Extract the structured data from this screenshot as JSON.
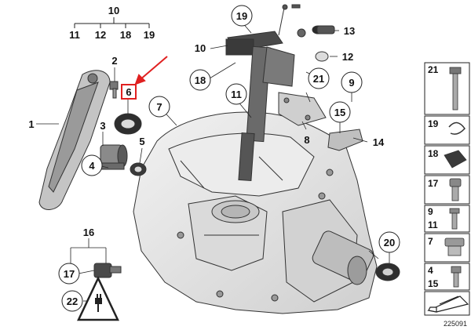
{
  "diagram": {
    "callouts": {
      "c10_top": "10",
      "c11_top": "11",
      "c12_top": "12",
      "c18_top": "18",
      "c19_top": "19",
      "c2": "2",
      "c6": "6",
      "c1": "1",
      "c3": "3",
      "c4": "4",
      "c5": "5",
      "c7": "7",
      "c19": "19",
      "c10": "10",
      "c18": "18",
      "c13": "13",
      "c12": "12",
      "c21": "21",
      "c11": "11",
      "c9": "9",
      "c8": "8",
      "c15": "15",
      "c14": "14",
      "c16": "16",
      "c17": "17",
      "c22": "22",
      "c20": "20"
    },
    "side_panel": {
      "s21": "21",
      "s19": "19",
      "s18": "18",
      "s17": "17",
      "s9": "9",
      "s11": "11",
      "s7": "7",
      "s4": "4",
      "s15": "15"
    },
    "catalog_number": "225091",
    "highlight_color": "#e02020",
    "line_color": "#222222",
    "part_fill": "#e6e6e6"
  }
}
